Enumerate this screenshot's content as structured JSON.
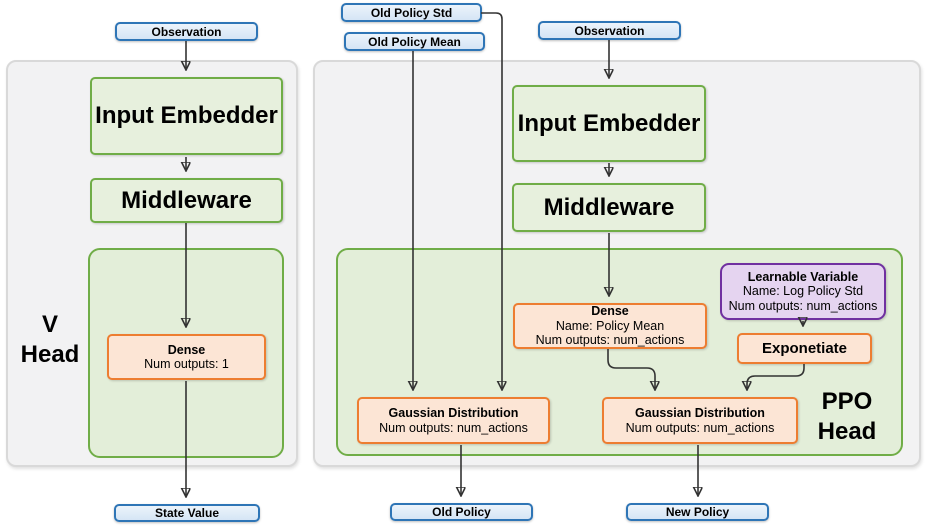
{
  "left": {
    "observation": "Observation",
    "input_embedder": "Input Embedder",
    "middleware": "Middleware",
    "head_line1": "V",
    "head_line2": "Head",
    "dense": {
      "title": "Dense",
      "line1": "Num outputs: 1"
    },
    "state_value": "State Value"
  },
  "right": {
    "old_policy_std": "Old Policy Std",
    "old_policy_mean": "Old Policy Mean",
    "observation": "Observation",
    "input_embedder": "Input Embedder",
    "middleware": "Middleware",
    "policy_mean_dense": {
      "title": "Dense",
      "line1": "Name: Policy Mean",
      "line2": "Num outputs: num_actions"
    },
    "learnable_variable": {
      "title": "Learnable Variable",
      "line1": "Name: Log Policy Std",
      "line2": "Num outputs: num_actions"
    },
    "exponetiate": "Exponetiate",
    "gaussian_old": {
      "title": "Gaussian Distribution",
      "line1": "Num outputs: num_actions"
    },
    "gaussian_new": {
      "title": "Gaussian Distribution",
      "line1": "Num outputs: num_actions"
    },
    "head_line1": "PPO",
    "head_line2": "Head",
    "old_policy": "Old Policy",
    "new_policy": "New Policy"
  },
  "colors": {
    "blue_border": "#2e75b6",
    "blue_fill": "#dbe9f7",
    "green_border": "#70ad47",
    "green_node_fill": "#e7f0dd",
    "green_panel_fill": "#e3eed9",
    "orange_border": "#ed7d31",
    "orange_fill": "#fce5d5",
    "purple_border": "#7030a0",
    "purple_fill": "#e5d4f0",
    "gray_panel_fill": "#f2f2f3",
    "gray_panel_border": "#d9d9d9",
    "arrow": "#333333"
  }
}
